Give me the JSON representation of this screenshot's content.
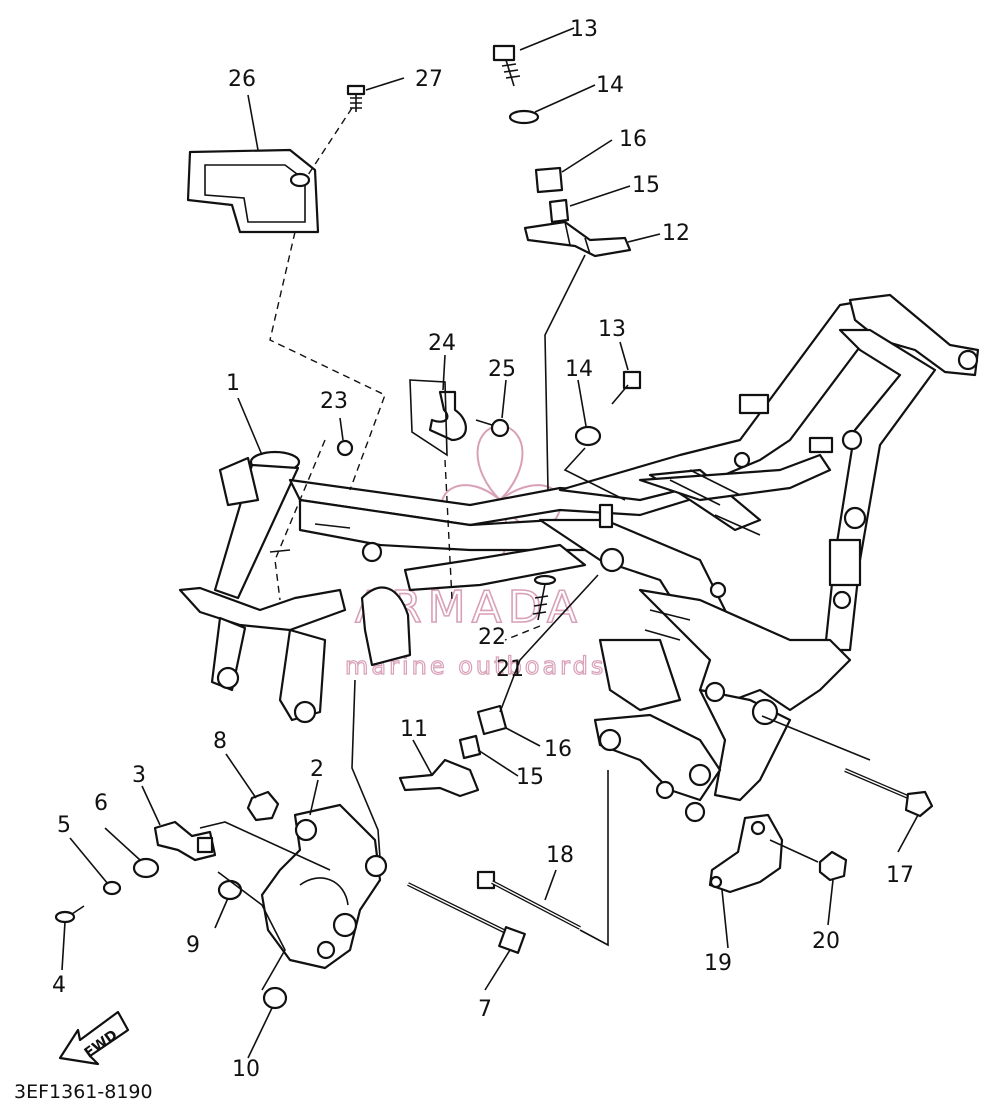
{
  "callouts": [
    {
      "id": "1",
      "text": "1"
    },
    {
      "id": "2",
      "text": "2"
    },
    {
      "id": "3",
      "text": "3"
    },
    {
      "id": "4",
      "text": "4"
    },
    {
      "id": "5",
      "text": "5"
    },
    {
      "id": "6",
      "text": "6"
    },
    {
      "id": "7",
      "text": "7"
    },
    {
      "id": "8",
      "text": "8"
    },
    {
      "id": "9",
      "text": "9"
    },
    {
      "id": "10",
      "text": "10"
    },
    {
      "id": "11",
      "text": "11"
    },
    {
      "id": "12",
      "text": "12"
    },
    {
      "id": "13a",
      "text": "13"
    },
    {
      "id": "13b",
      "text": "13"
    },
    {
      "id": "14a",
      "text": "14"
    },
    {
      "id": "14b",
      "text": "14"
    },
    {
      "id": "15a",
      "text": "15"
    },
    {
      "id": "15b",
      "text": "15"
    },
    {
      "id": "16a",
      "text": "16"
    },
    {
      "id": "16b",
      "text": "16"
    },
    {
      "id": "17",
      "text": "17"
    },
    {
      "id": "18",
      "text": "18"
    },
    {
      "id": "19",
      "text": "19"
    },
    {
      "id": "20",
      "text": "20"
    },
    {
      "id": "21",
      "text": "21"
    },
    {
      "id": "22",
      "text": "22"
    },
    {
      "id": "23",
      "text": "23"
    },
    {
      "id": "24",
      "text": "24"
    },
    {
      "id": "25",
      "text": "25"
    },
    {
      "id": "26",
      "text": "26"
    },
    {
      "id": "27",
      "text": "27"
    }
  ],
  "fwd_label": "FWD",
  "diagram_code": "3EF1361-8190",
  "watermark": {
    "brand": "ARMADA",
    "tagline": "marine outboards",
    "color": "#d9a0b8"
  }
}
